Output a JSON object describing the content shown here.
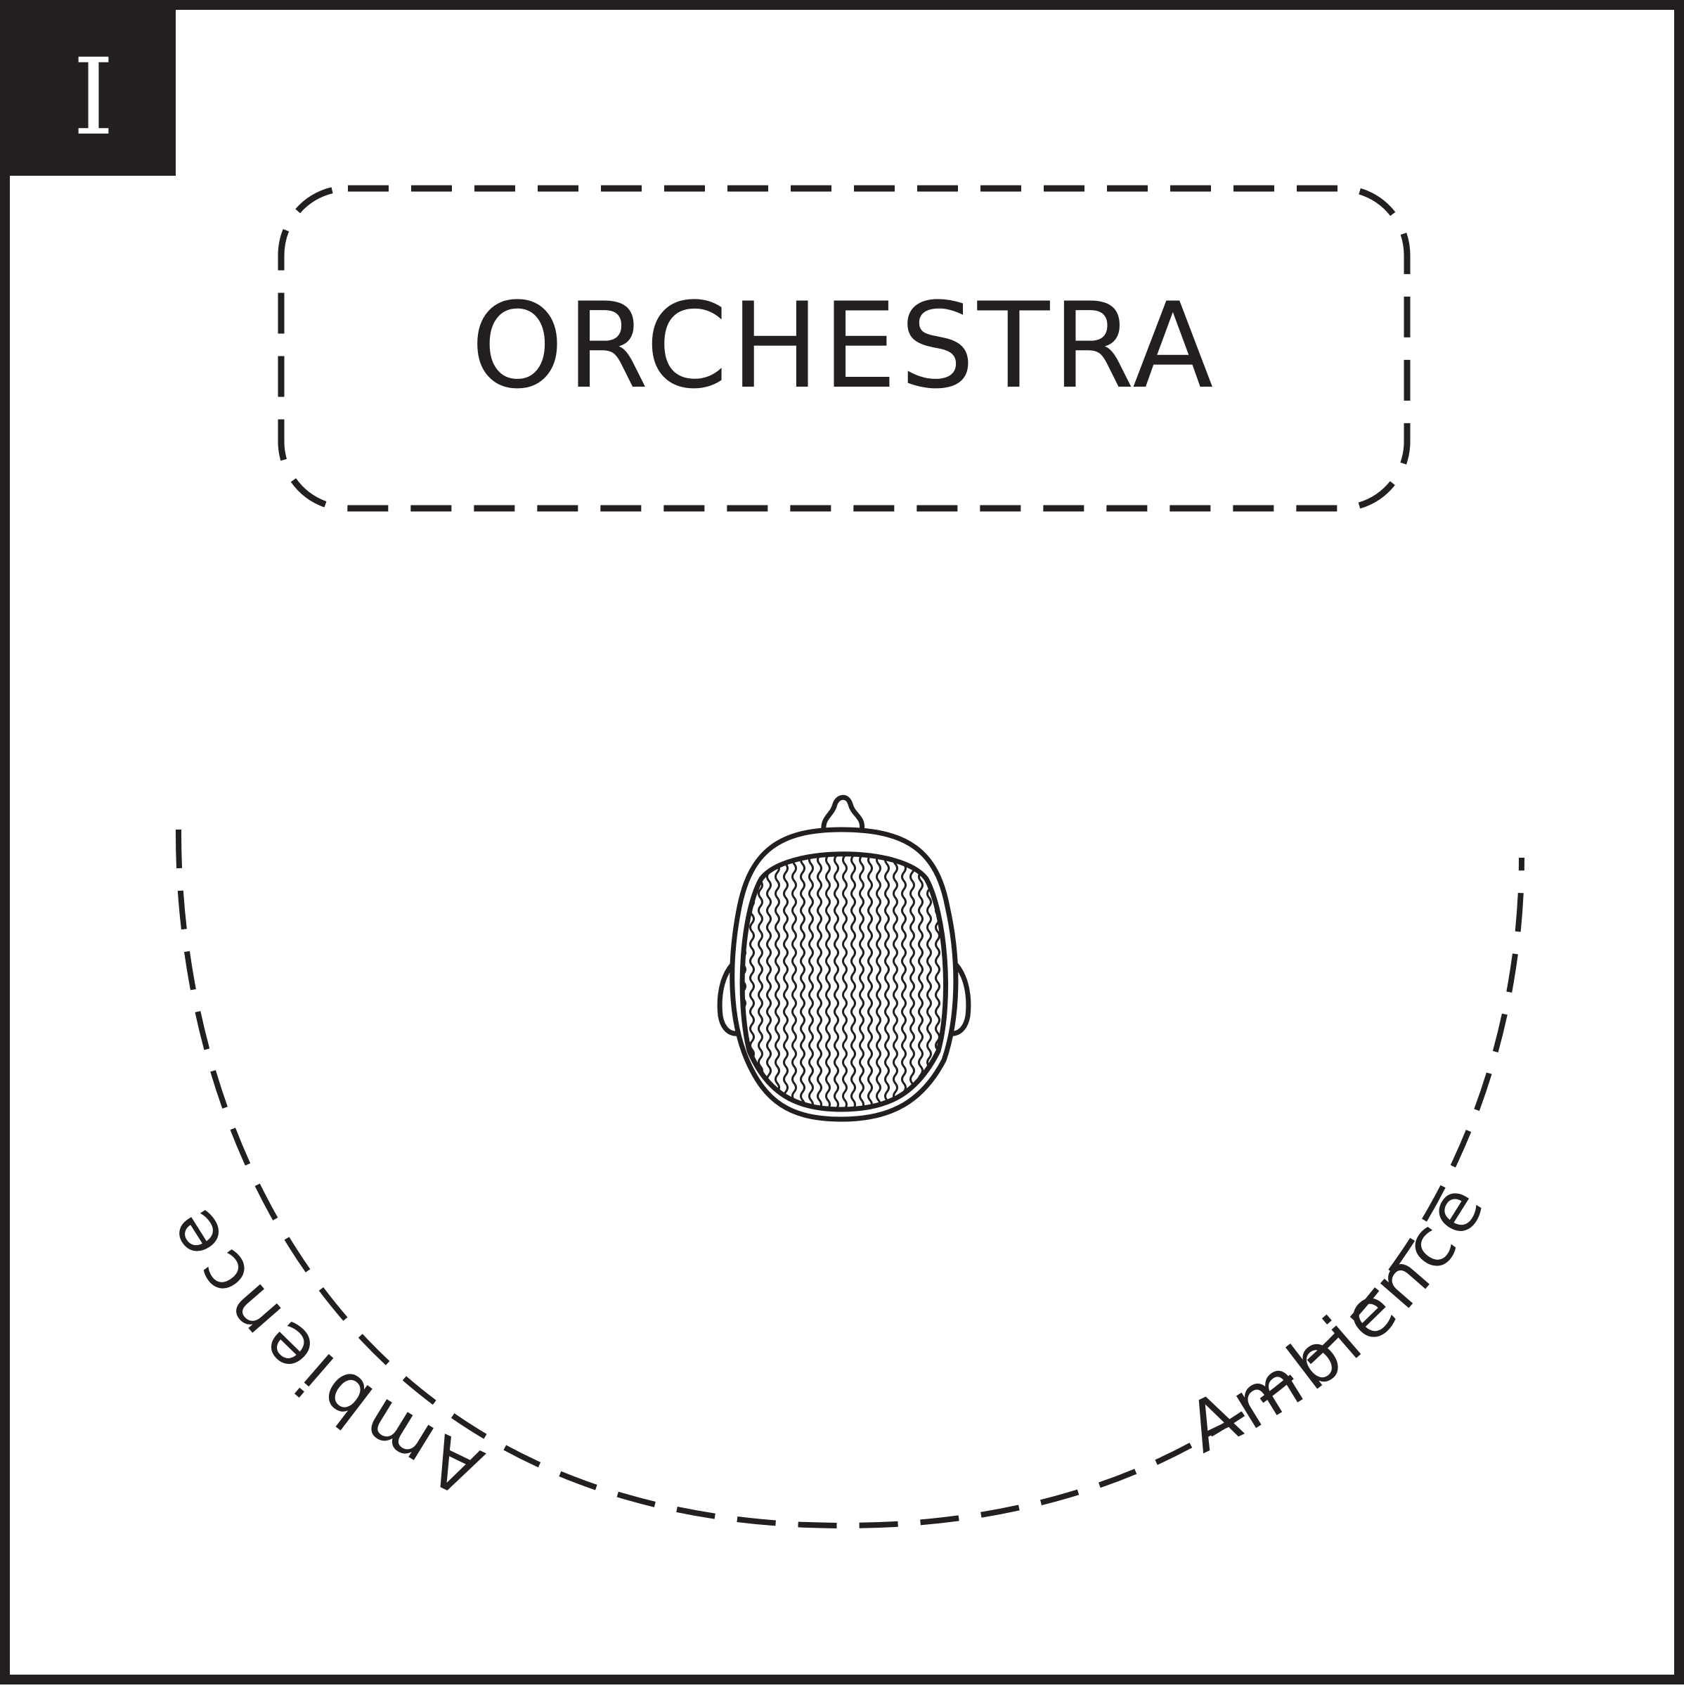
{
  "badge": {
    "label": "I"
  },
  "source": {
    "label": "ORCHESTRA"
  },
  "ambience": {
    "left_label": "Ambience",
    "right_label": "Ambience"
  },
  "listener": {
    "icon": "listener-head-top-view-icon"
  },
  "colors": {
    "ink": "#231f20",
    "background": "#ffffff"
  }
}
